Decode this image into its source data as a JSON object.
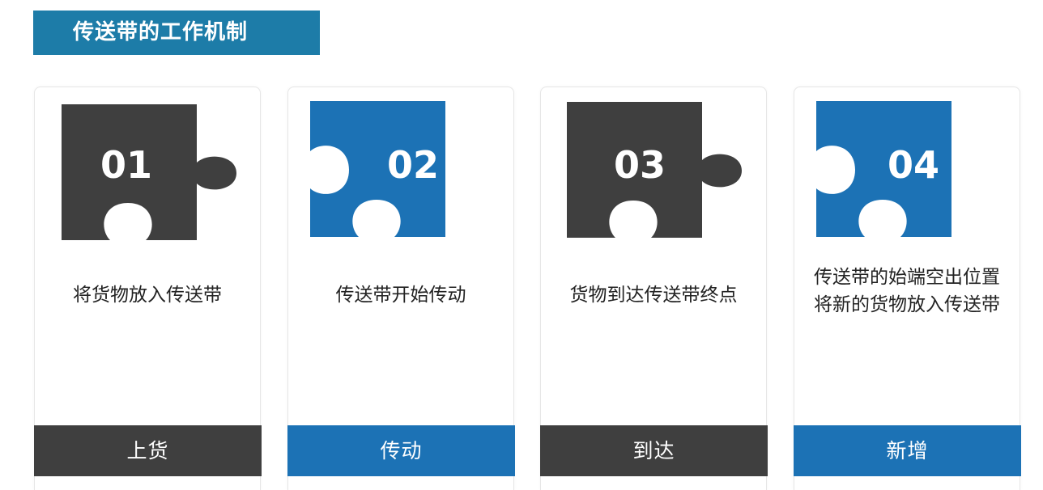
{
  "title": "传送带的工作机制",
  "colors": {
    "banner": "#1d7ca8",
    "dark": "#3f3f3f",
    "blue": "#1c72b5"
  },
  "steps": [
    {
      "number": "01",
      "description": [
        "将货物放入传送带"
      ],
      "label": "上货",
      "color": "dark"
    },
    {
      "number": "02",
      "description": [
        "传送带开始传动"
      ],
      "label": "传动",
      "color": "blue"
    },
    {
      "number": "03",
      "description": [
        "货物到达传送带终点"
      ],
      "label": "到达",
      "color": "dark"
    },
    {
      "number": "04",
      "description": [
        "传送带的始端空出位置",
        "将新的货物放入传送带"
      ],
      "label": "新增",
      "color": "blue"
    }
  ]
}
